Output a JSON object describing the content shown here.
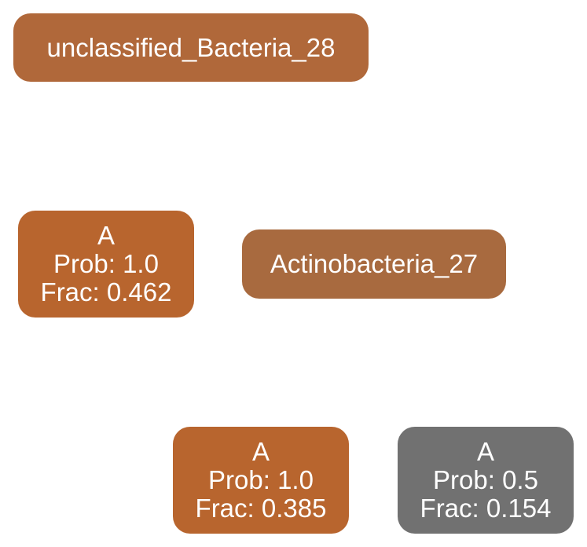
{
  "nodes": {
    "root": {
      "label": "unclassified_Bacteria_28",
      "color": "#b0683a"
    },
    "leaf1": {
      "name": "A",
      "prob": "Prob: 1.0",
      "frac": "Frac: 0.462",
      "color": "#b8652e"
    },
    "actino": {
      "label": "Actinobacteria_27",
      "color": "#a86a3f"
    },
    "leaf2": {
      "name": "A",
      "prob": "Prob: 1.0",
      "frac": "Frac: 0.385",
      "color": "#b8652e"
    },
    "leaf3": {
      "name": "A",
      "prob": "Prob: 0.5",
      "frac": "Frac: 0.154",
      "color": "#717171"
    }
  }
}
